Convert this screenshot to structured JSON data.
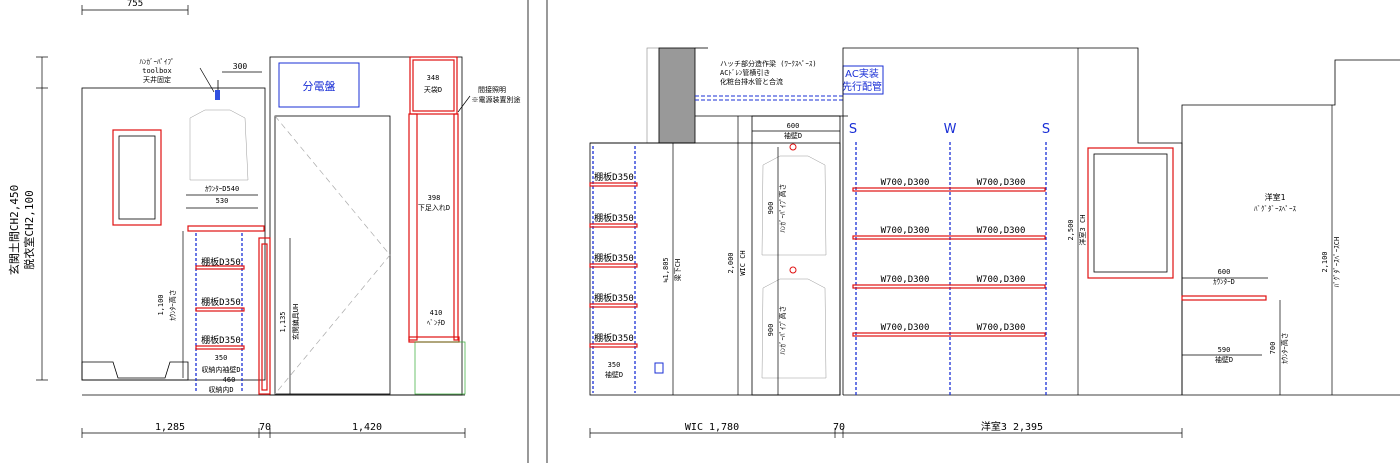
{
  "left": {
    "top_dim": "755",
    "height_labels": [
      "玄関土間CH2,450",
      "脱衣室CH2,100"
    ],
    "hanger_note": [
      "ﾊﾝｶﾞｰﾊﾟｲﾌﾟ",
      "toolbox",
      "天井固定"
    ],
    "dim_300": "300",
    "panel": "分電盤",
    "top_d": [
      "348",
      "天袋D"
    ],
    "light_note": [
      "間接照明",
      "※電源装置別途"
    ],
    "counter": [
      "ｶｳﾝﾀｰD540",
      "530"
    ],
    "foot_d": [
      "398",
      "下足入れD"
    ],
    "shelves": [
      "棚板D350",
      "棚板D350",
      "棚板D350"
    ],
    "counter_h": [
      "1,100",
      "ｶｳﾝﾀｰ高さ"
    ],
    "genkan_h": [
      "1,135",
      "玄関鎮具UH"
    ],
    "bench": [
      "410",
      "ﾍﾞﾝﾁD"
    ],
    "sleeve": [
      "350",
      "収納内袖壁D"
    ],
    "inner": [
      "460",
      "収納内D"
    ],
    "bottom_dims": [
      "1,285",
      "70",
      "1,420"
    ]
  },
  "right": {
    "beam_note": [
      "ハッチ部分造作梁 (ﾜｰｸｽﾍﾟｰｽ)",
      "ACﾄﾞﾚﾝ管横引き",
      "化粧台排水管と合流"
    ],
    "ac_note": [
      "AC実装",
      "先行配管"
    ],
    "sws": [
      "S",
      "W",
      "S"
    ],
    "dim_600": [
      "600",
      "袖壁D"
    ],
    "wic_shelves": [
      "棚板D350",
      "棚板D350",
      "棚板D350",
      "棚板D350",
      "棚板D350"
    ],
    "wic_sleeve": [
      "350",
      "袖壁D"
    ],
    "shelf_rows": [
      [
        "W700,D300",
        "W700,D300"
      ],
      [
        "W700,D300",
        "W700,D300"
      ],
      [
        "W700,D300",
        "W700,D300"
      ],
      [
        "W700,D300",
        "W700,D300"
      ]
    ],
    "wic_dims": [
      "≒1,805",
      "梁下CH",
      "2,000",
      "WIC CH"
    ],
    "pipe_dims": [
      "900",
      "ﾊﾝｶﾞｰﾊﾟｲﾌﾟ高さ",
      "900",
      "ﾊﾝｶﾞｰﾊﾟｲﾌﾟ高さ"
    ],
    "room3_h": [
      "2,500",
      "洋室3 CH"
    ],
    "room1": [
      "洋室1",
      "ﾊﾞｸﾞﾀﾞｰｽﾍﾟｰｽ"
    ],
    "room1_ch": [
      "2,100",
      "ﾊﾞｸﾞﾀﾞｰｽﾍﾟｰｽCH"
    ],
    "counter": [
      "600",
      "ｶｳﾝﾀｰD"
    ],
    "sleeve": [
      "590",
      "袖壁D"
    ],
    "counter_h": [
      "700",
      "ｶｳﾝﾀｰ高さ"
    ],
    "bottom_dims": [
      "WIC 1,780",
      "70",
      "洋室3 2,395"
    ]
  }
}
